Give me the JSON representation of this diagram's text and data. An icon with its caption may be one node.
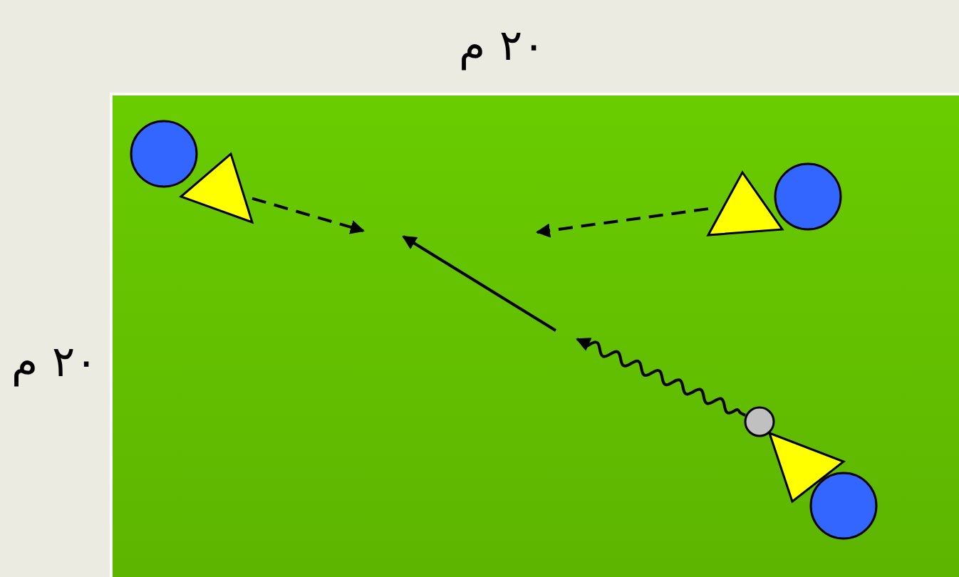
{
  "diagram": {
    "nodes": [
      {
        "text": [],
        "shape": "circle"
      },
      {
        "text": [],
        "shape": "triangle"
      },
      {
        "text": [],
        "shape": "triangle"
      },
      {
        "text": [],
        "shape": "circle"
      },
      {
        "text": [],
        "shape": "circle"
      },
      {
        "text": [],
        "shape": "triangle"
      },
      {
        "text": [],
        "shape": "circle"
      }
    ],
    "edges": [
      {
        "from": 1,
        "to": null,
        "arrow": "to",
        "style": "dashed"
      },
      {
        "from": 2,
        "to": null,
        "arrow": "to",
        "style": "dashed"
      },
      {
        "from": 4,
        "to": null,
        "arrow": "to"
      }
    ],
    "labels": [
      "٢٠ م",
      "٢٠ م"
    ]
  }
}
